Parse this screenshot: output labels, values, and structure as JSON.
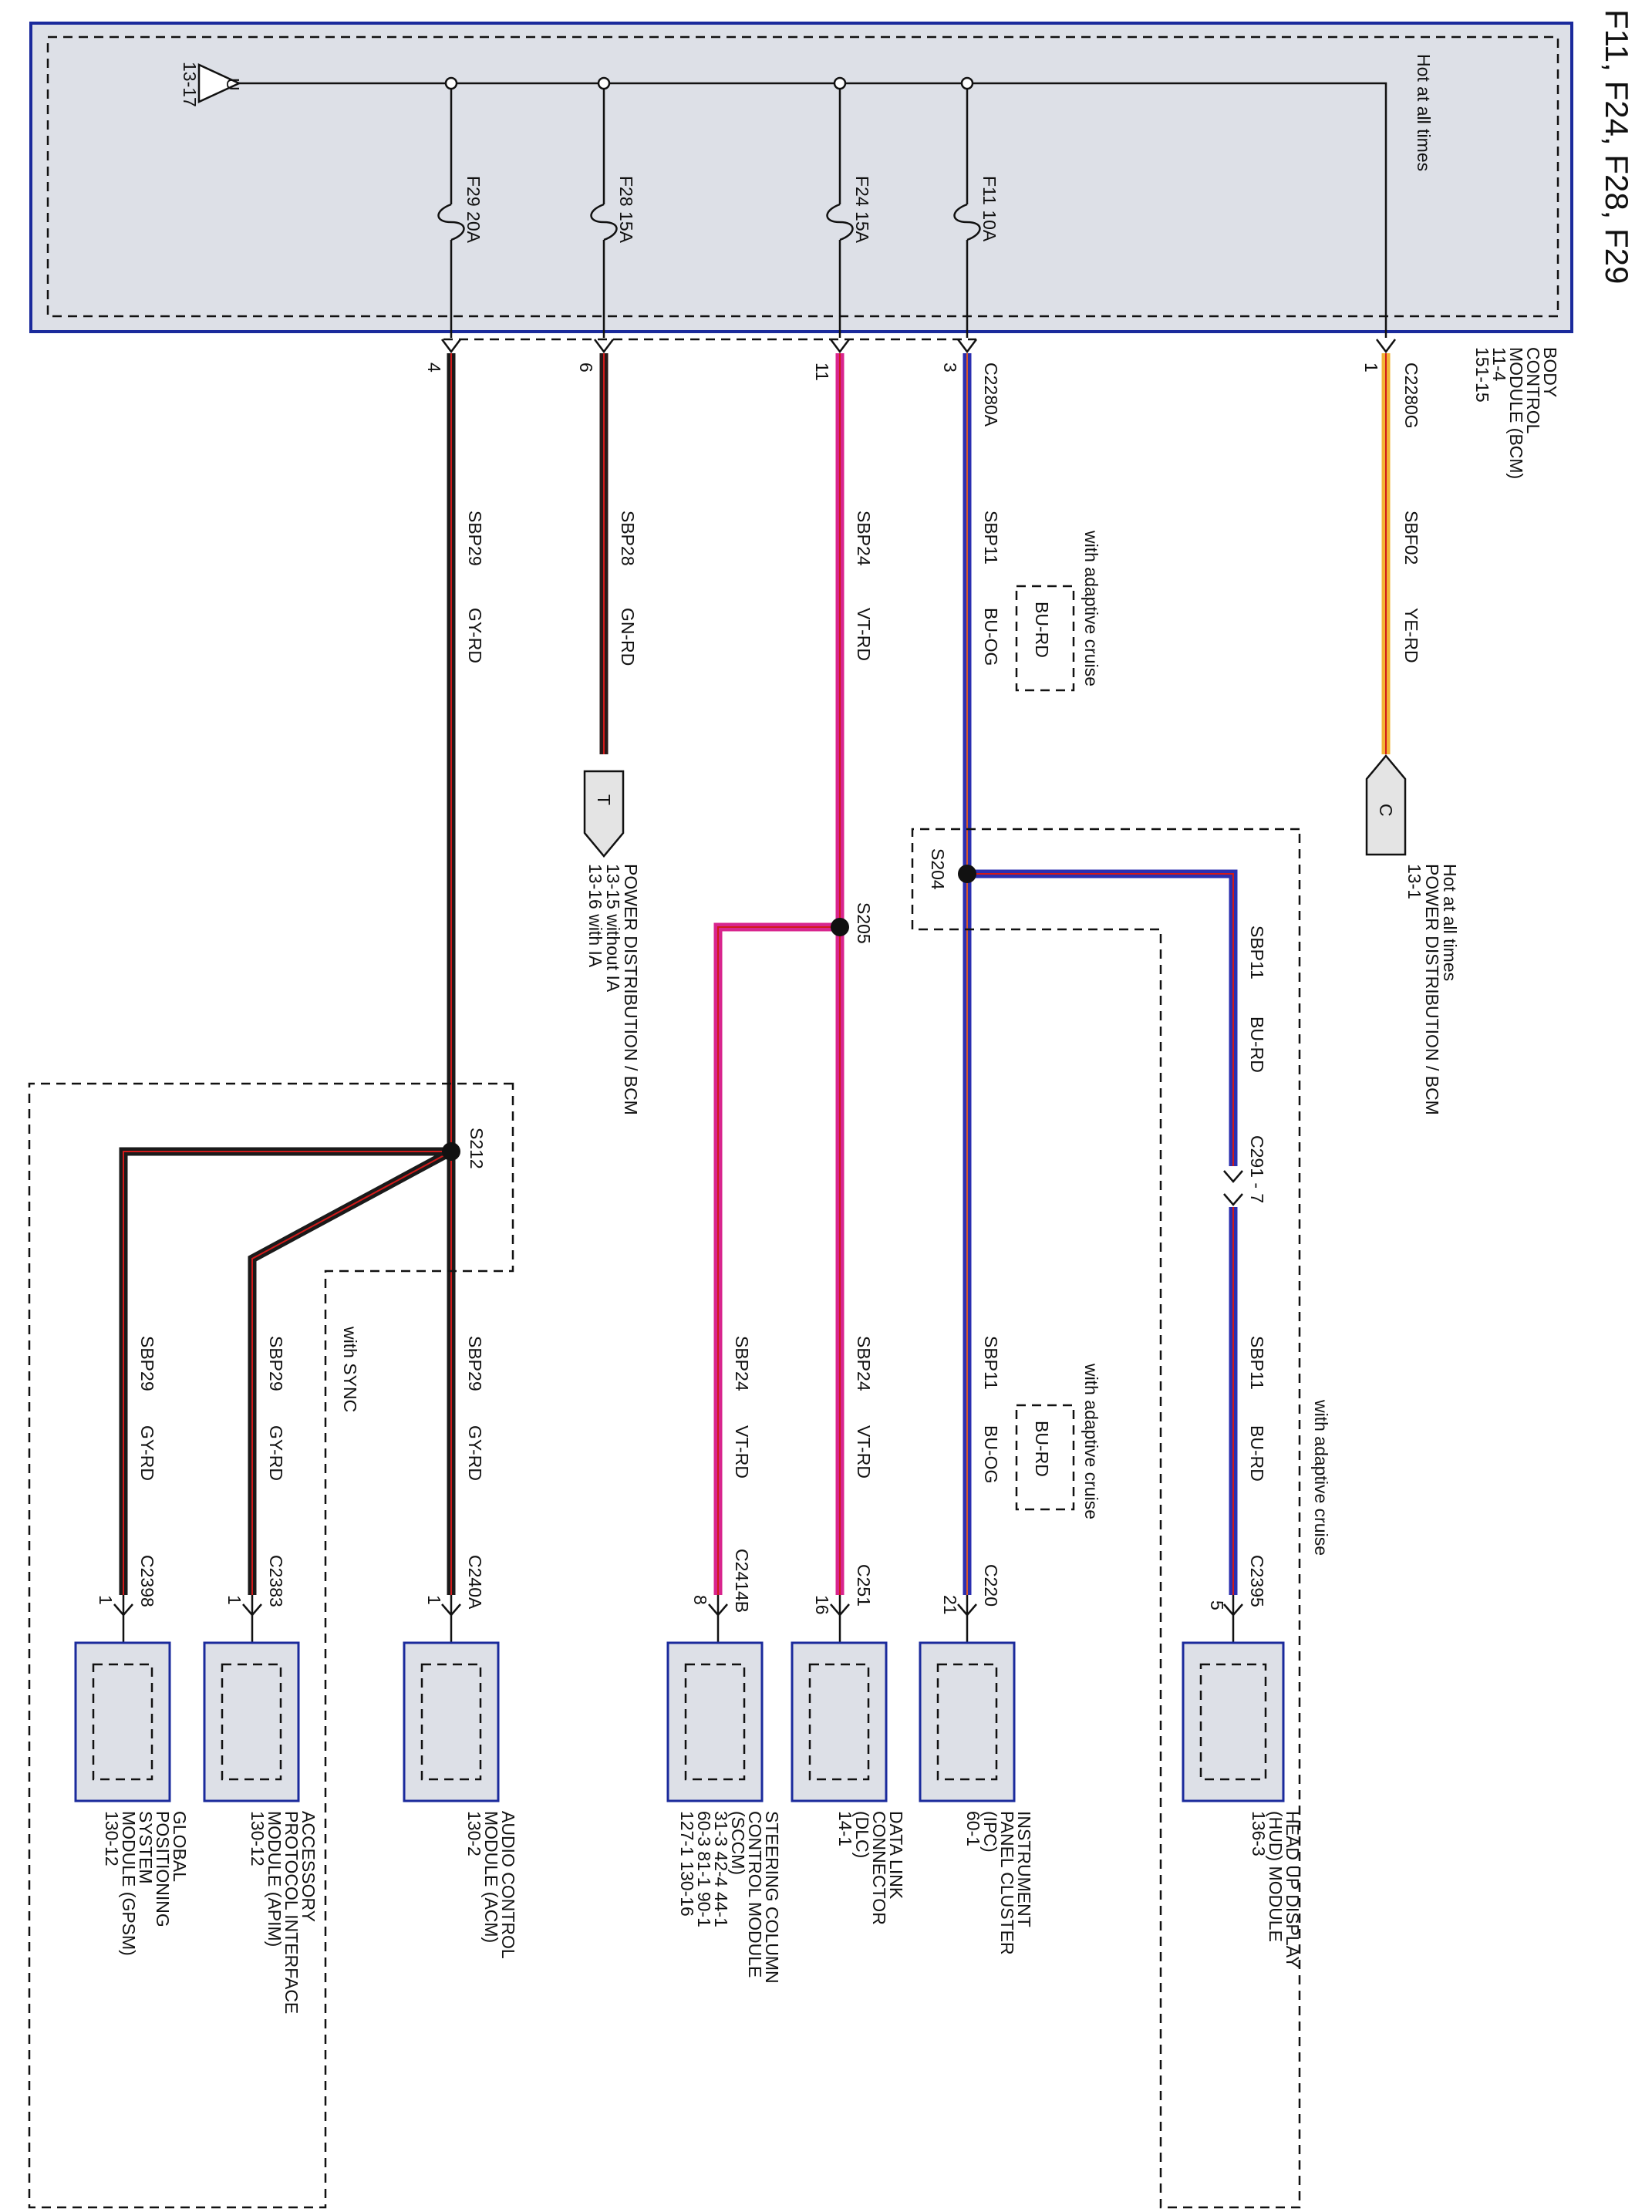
{
  "title": "F11, F24, F28, F29",
  "bcm": {
    "name_lines": [
      "BODY",
      "CONTROL",
      "MODULE (BCM)",
      "11-4",
      "151-15"
    ],
    "hot_label": "Hot at all times",
    "ground_ref": "13-17",
    "ground_letter": "U",
    "fuses": [
      {
        "label": "F11  10A",
        "pin": "3"
      },
      {
        "label": "F24  15A",
        "pin": "11"
      },
      {
        "label": "F28  15A",
        "pin": "6"
      },
      {
        "label": "F29  20A",
        "pin": "4"
      }
    ],
    "connectors": {
      "c2280g": "C2280G",
      "c2280g_pin": "1",
      "c2280a": "C2280A"
    }
  },
  "wires": {
    "sbf02": {
      "circuit": "SBF02",
      "color": "YE-RD"
    },
    "sbp11_top": {
      "circuit": "SBP11",
      "color": "BU-OG",
      "alt_color": "BU-RD",
      "alt_note": "with adaptive cruise"
    },
    "sbp24_top": {
      "circuit": "SBP24",
      "color": "VT-RD"
    },
    "sbp28": {
      "circuit": "SBP28",
      "color": "GN-RD"
    },
    "sbp29_top": {
      "circuit": "SBP29",
      "color": "GY-RD"
    },
    "hud_branch_top": {
      "circuit": "SBP11",
      "color": "BU-RD"
    },
    "hud_branch_bottom": {
      "circuit": "SBP11",
      "color": "BU-RD"
    },
    "ipc_branch": {
      "circuit": "SBP11",
      "color": "BU-OG",
      "alt_color": "BU-RD",
      "alt_note": "with adaptive cruise"
    },
    "dlc_branch": {
      "circuit": "SBP24",
      "color": "VT-RD"
    },
    "sccm_branch": {
      "circuit": "SBP24",
      "color": "VT-RD"
    },
    "acm_branch": {
      "circuit": "SBP29",
      "color": "GY-RD"
    },
    "apim_branch": {
      "circuit": "SBP29",
      "color": "GY-RD"
    },
    "gpsm_branch": {
      "circuit": "SBP29",
      "color": "GY-RD"
    }
  },
  "refs": {
    "c_ref": {
      "letter": "C",
      "hot": "Hot at all times",
      "desc": "POWER DISTRIBUTION / BCM",
      "page": "13-1"
    },
    "t_ref": {
      "letter": "T",
      "desc": "POWER DISTRIBUTION / BCM",
      "line1": "13-15   without IA",
      "line2": "13-16   with IA"
    }
  },
  "splices": {
    "s204": "S204",
    "s205": "S205",
    "s212": "S212"
  },
  "inline_connector": "C291 - 7",
  "notes": {
    "with_adaptive_cruise": "with adaptive cruise",
    "with_sync": "with SYNC"
  },
  "modules": [
    {
      "id": "hud",
      "connector": "C2395",
      "pin": "5",
      "lines": [
        "HEAD UP DISPLAY",
        "(HUD) MODULE",
        "136-3"
      ]
    },
    {
      "id": "ipc",
      "connector": "C220",
      "pin": "21",
      "lines": [
        "INSTRUMENT",
        "PANEL CLUSTER",
        "(IPC)",
        "60-1"
      ]
    },
    {
      "id": "dlc",
      "connector": "C251",
      "pin": "16",
      "lines": [
        "DATA LINK",
        "CONNECTOR",
        "(DLC)",
        "14-1"
      ]
    },
    {
      "id": "sccm",
      "connector": "C2414B",
      "pin": "8",
      "lines": [
        "STEERING COLUMN",
        "CONTROL MODULE",
        "(SCCM)",
        "31-3      42-4     44-1",
        "60-3      81-1     90-1",
        "127-1    130-16"
      ]
    },
    {
      "id": "acm",
      "connector": "C240A",
      "pin": "1",
      "lines": [
        "AUDIO CONTROL",
        "MODULE (ACM)",
        "130-2"
      ]
    },
    {
      "id": "apim",
      "connector": "C2383",
      "pin": "1",
      "lines": [
        "ACCESSORY",
        "PROTOCOL INTERFACE",
        "MODULE (APIM)",
        "130-12"
      ]
    },
    {
      "id": "gpsm",
      "connector": "C2398",
      "pin": "1",
      "lines": [
        "GLOBAL",
        "POSITIONING",
        "SYSTEM",
        "MODULE (GPSM)",
        "130-12"
      ]
    }
  ],
  "colors": {
    "frame_fill": "#dde0e7",
    "frame_stroke": "#1a2a9c",
    "ye": "#f2b335",
    "bu": "#2b2fb0",
    "vt": "#d8258e",
    "gn": "#8b1a1a",
    "gy": "#1a1a1a",
    "rd": "#d11a1a"
  }
}
